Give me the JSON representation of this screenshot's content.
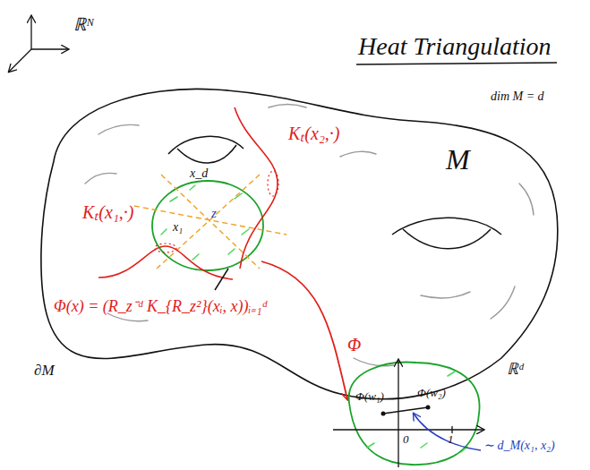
{
  "diagram": {
    "title": "Heat Triangulation",
    "labels": [
      "ℝᴺ",
      "dim M = d",
      "M",
      "Kₜ(x₂,·)",
      "x_d",
      "Kₜ(x₁,·)",
      "z",
      "x₁",
      "∂M",
      "Φ(x) = (R_z⁻ᵈ K_{R_z²}(xᵢ, x))ᵢ₌₁ᵈ",
      "Φ",
      "ℝᵈ",
      "Φ(w₂)",
      "Φ(w₁)",
      "0",
      "1",
      "∼ d_M(x₁, x₂)"
    ]
  }
}
